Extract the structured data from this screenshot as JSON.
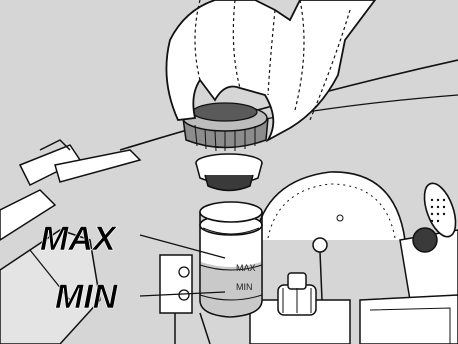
{
  "figure": {
    "labels": {
      "max_big": "MAX",
      "min_big": "MIN",
      "max_mark": "MAX",
      "min_mark": "MIN"
    },
    "colors": {
      "background": "#d6d6d6",
      "line": "#111111",
      "white": "#ffffff",
      "grey_part": "#8c8c8c",
      "dark_part": "#3a3a3a"
    }
  }
}
